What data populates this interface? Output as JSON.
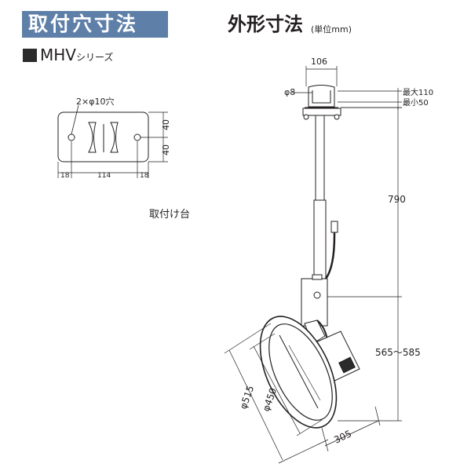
{
  "header": {
    "title": "取付穴寸法",
    "series_main": "MHV",
    "series_suffix": "シリーズ"
  },
  "outline": {
    "title": "外形寸法",
    "unit": "(単位mm)"
  },
  "mount": {
    "caption": "取付け台",
    "hole_label": "2×φ10穴",
    "dim_left": "18",
    "dim_center": "114",
    "dim_right": "18",
    "dim_upper": "40",
    "dim_lower": "40"
  },
  "fan": {
    "dim_top_width": "106",
    "dim_rod": "φ8",
    "dim_max": "最大110",
    "dim_min": "最小50",
    "dim_pipe": "790",
    "dim_range": "565～585",
    "dim_outer": "φ515",
    "dim_inner": "φ450",
    "dim_depth": "305"
  }
}
